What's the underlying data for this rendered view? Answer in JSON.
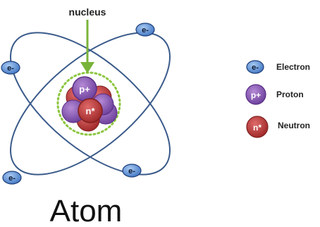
{
  "labels": {
    "nucleus": "nucleus",
    "title": "Atom"
  },
  "particles": {
    "electron": "e-",
    "proton": "p+",
    "neutron": "n*"
  },
  "legend": [
    {
      "symbol": "e-",
      "label": "Electron",
      "kind": "electron"
    },
    {
      "symbol": "p+",
      "label": "Proton",
      "kind": "proton"
    },
    {
      "symbol": "n*",
      "label": "Neutron",
      "kind": "neutron"
    }
  ],
  "colors": {
    "orbit": "#3a5a8a",
    "electron": "#5b8fd6",
    "electron_stroke": "#1f3f78",
    "proton": "#8c5bb7",
    "proton_stroke": "#5a2f86",
    "neutron": "#c23b3b",
    "neutron_stroke": "#7e1f1f",
    "arrow": "#79b33a",
    "nucleus_ring": "#8cc63f"
  }
}
